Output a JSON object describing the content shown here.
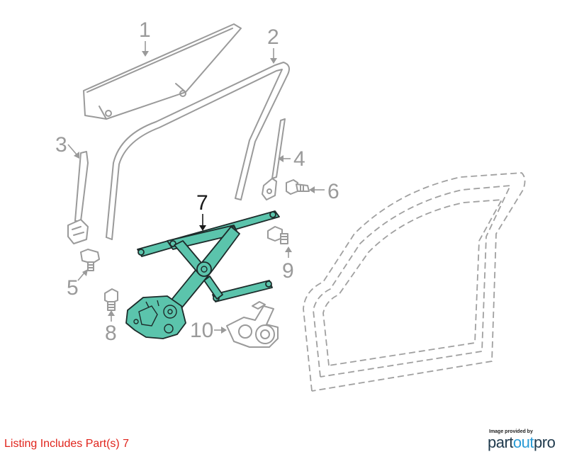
{
  "callouts": [
    {
      "id": "1",
      "label": "1"
    },
    {
      "id": "2",
      "label": "2"
    },
    {
      "id": "3",
      "label": "3"
    },
    {
      "id": "4",
      "label": "4"
    },
    {
      "id": "5",
      "label": "5"
    },
    {
      "id": "6",
      "label": "6"
    },
    {
      "id": "7",
      "label": "7"
    },
    {
      "id": "8",
      "label": "8"
    },
    {
      "id": "9",
      "label": "9"
    },
    {
      "id": "10",
      "label": "10"
    }
  ],
  "highlighted_part": "7",
  "listing": {
    "text": "Listing Includes Part(s) 7"
  },
  "provider": {
    "caption": "Image provided by",
    "brand_part": "part",
    "brand_out": "out",
    "brand_pro": "pro"
  },
  "colors": {
    "highlight_fill": "#5bc4ac",
    "line_gray": "#9a9a9a",
    "listing_red": "#e0241c",
    "brand_dark": "#1f3a4d",
    "brand_blue": "#2a9bd6"
  }
}
